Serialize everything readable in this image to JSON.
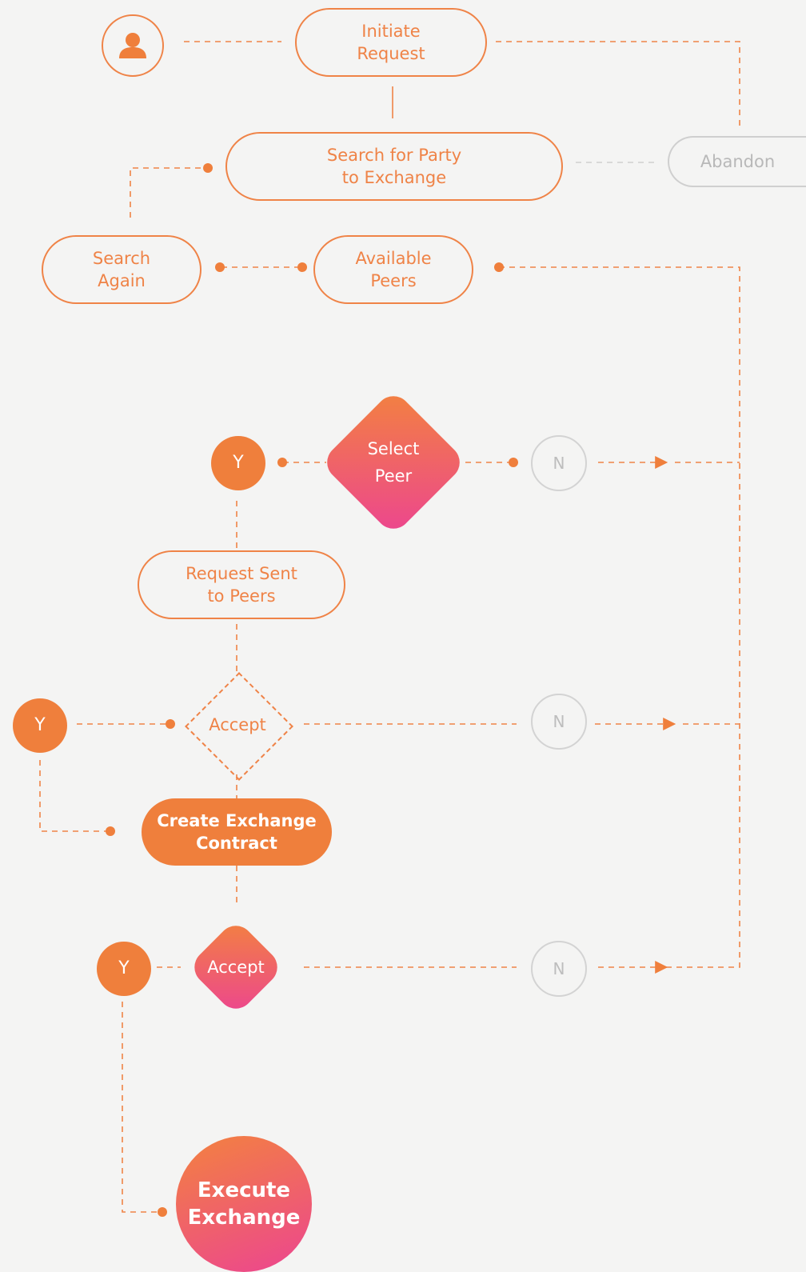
{
  "colors": {
    "accent": "#ef7f3c",
    "gradient_end": "#ec4590",
    "muted": "#c8c8c8",
    "background": "#f4f4f3"
  },
  "icons": {
    "user": "user-icon",
    "arrow": "arrow-right-icon"
  },
  "nodes": {
    "initiate_request": "Initiate\nRequest",
    "search_party": "Search for Party\nto Exchange",
    "abandon": "Abandon",
    "search_again": "Search\nAgain",
    "available_peers": "Available\nPeers",
    "select_peer": "Select\nPeer",
    "request_sent": "Request Sent\nto Peers",
    "accept_1": "Accept",
    "create_contract": "Create Exchange\nContract",
    "accept_2": "Accept",
    "execute_exchange": "Execute\nExchange"
  },
  "decisions": {
    "yes": "Y",
    "no": "N"
  }
}
